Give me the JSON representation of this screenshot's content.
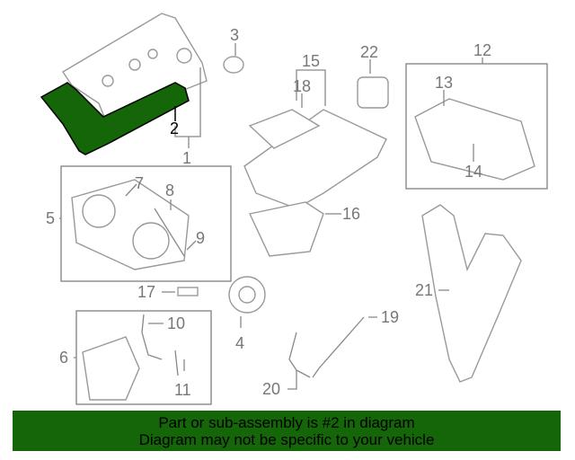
{
  "diagram": {
    "highlight_color": "#146608",
    "selected_part": "2",
    "callouts": [
      "1",
      "2",
      "3",
      "4",
      "5",
      "6",
      "7",
      "8",
      "9",
      "10",
      "11",
      "12",
      "13",
      "14",
      "15",
      "16",
      "17",
      "18",
      "19",
      "20",
      "21",
      "22"
    ]
  },
  "banner": {
    "line1": "Part or sub-assembly is #2 in diagram",
    "line2": "Diagram may not be specific to your vehicle"
  }
}
